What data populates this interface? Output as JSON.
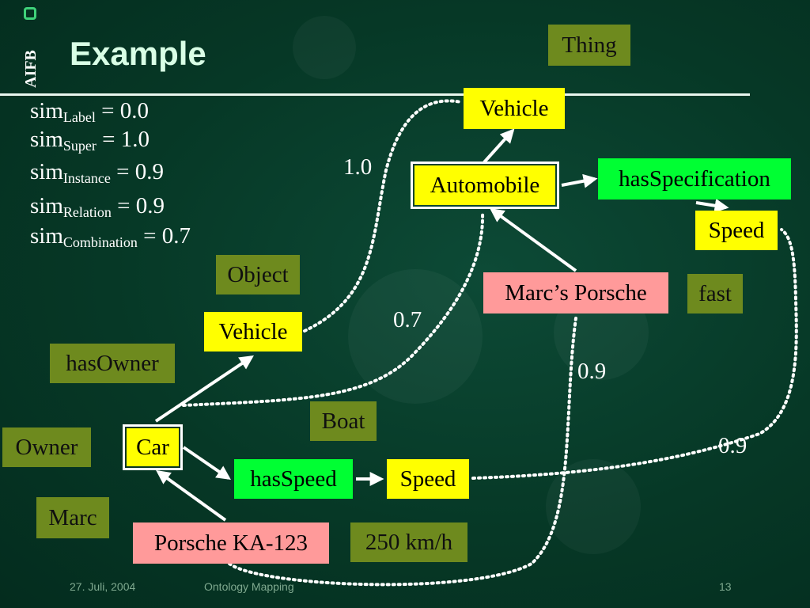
{
  "slide": {
    "logo": "AIFB",
    "title": "Example",
    "footer": {
      "date": "27. Juli, 2004",
      "topic": "Ontology Mapping",
      "page": "13"
    }
  },
  "similarities": [
    {
      "base": "sim",
      "sub": "Label",
      "value": "= 0.0"
    },
    {
      "base": "sim",
      "sub": "Super",
      "value": "= 1.0"
    },
    {
      "base": "sim",
      "sub": "Instance",
      "value": "= 0.9"
    },
    {
      "base": "sim",
      "sub": "Relation",
      "value": "= 0.9"
    },
    {
      "base": "sim",
      "sub": "Combination",
      "value": "= 0.7"
    }
  ],
  "ontology_a": {
    "thing": "Thing",
    "vehicle": "Vehicle",
    "automobile": "Automobile",
    "has_specification": "hasSpecification",
    "speed": "Speed",
    "marcs_porsche": "Marc’s Porsche",
    "fast": "fast"
  },
  "ontology_b": {
    "object": "Object",
    "vehicle": "Vehicle",
    "has_owner": "hasOwner",
    "owner": "Owner",
    "car": "Car",
    "boat": "Boat",
    "has_speed": "hasSpeed",
    "speed": "Speed",
    "marc": "Marc",
    "porsche_ka": "Porsche KA-123",
    "speed_value": "250 km/h"
  },
  "mapping_scores": {
    "vehicle_vehicle": "1.0",
    "automobile_car": "0.7",
    "porsche_porsche": "0.9",
    "speed_speed": "0.9"
  },
  "colors": {
    "olive": "#6e8a1e",
    "yellow": "#ffff00",
    "green": "#00ff33",
    "pink": "#ff9a9a",
    "background": "#063826"
  }
}
